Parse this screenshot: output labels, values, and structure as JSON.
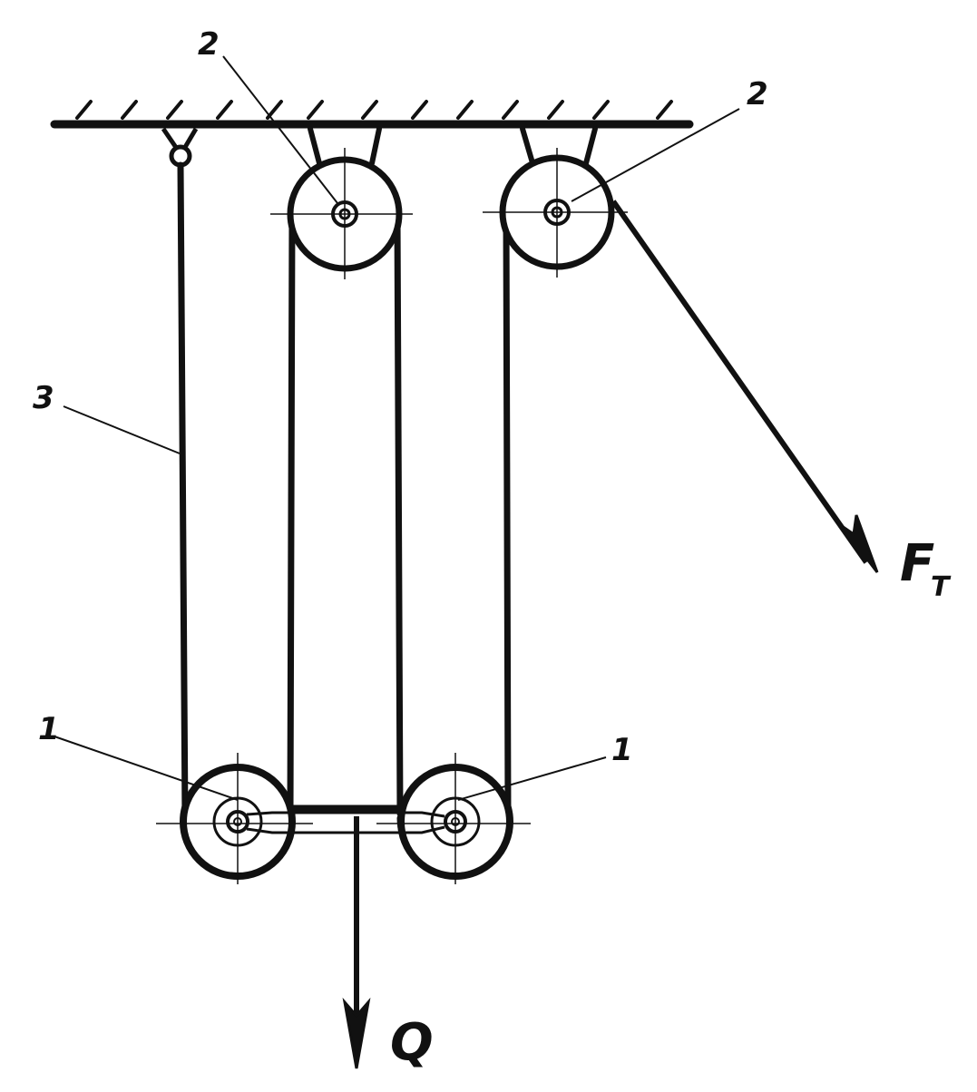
{
  "diagram": {
    "labels": {
      "movable_pulley_left": "1",
      "movable_pulley_right": "1",
      "fixed_pulley_left": "2",
      "fixed_pulley_right": "2",
      "rope": "3",
      "force_main": "F",
      "force_sub": "T",
      "load": "Q"
    },
    "colors": {
      "ink": "#111111",
      "background": "#ffffff"
    }
  }
}
